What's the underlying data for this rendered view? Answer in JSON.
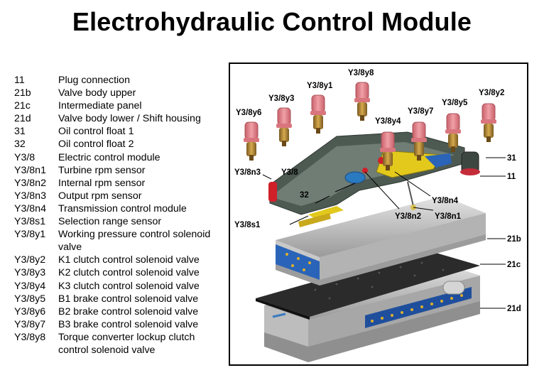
{
  "title": "Electrohydraulic Control Module",
  "legend": [
    {
      "code": "11",
      "desc": "Plug connection"
    },
    {
      "code": "21b",
      "desc": "Valve body upper"
    },
    {
      "code": "21c",
      "desc": "Intermediate panel"
    },
    {
      "code": "21d",
      "desc": "Valve body lower / Shift housing"
    },
    {
      "code": "31",
      "desc": "Oil control float 1"
    },
    {
      "code": "32",
      "desc": "Oil control float 2"
    },
    {
      "code": "Y3/8",
      "desc": "Electric control module"
    },
    {
      "code": "Y3/8n1",
      "desc": "Turbine rpm sensor"
    },
    {
      "code": "Y3/8n2",
      "desc": "Internal rpm sensor"
    },
    {
      "code": "Y3/8n3",
      "desc": "Output rpm sensor"
    },
    {
      "code": "Y3/8n4",
      "desc": "Transmission control module"
    },
    {
      "code": "Y3/8s1",
      "desc": "Selection range sensor"
    },
    {
      "code": "Y3/8y1",
      "desc": "Working pressure control solenoid valve"
    },
    {
      "code": "Y3/8y2",
      "desc": "K1 clutch control solenoid valve"
    },
    {
      "code": "Y3/8y3",
      "desc": "K2 clutch control solenoid valve"
    },
    {
      "code": "Y3/8y4",
      "desc": "K3 clutch control solenoid valve"
    },
    {
      "code": "Y3/8y5",
      "desc": "B1 brake control solenoid valve"
    },
    {
      "code": "Y3/8y6",
      "desc": "B2 brake control solenoid valve"
    },
    {
      "code": "Y3/8y7",
      "desc": "B3 brake control solenoid valve"
    },
    {
      "code": "Y3/8y8",
      "desc": "Torque converter lockup clutch control solenoid valve"
    }
  ],
  "callouts": {
    "y8": "Y3/8y8",
    "y1": "Y3/8y1",
    "y3": "Y3/8y3",
    "y6": "Y3/8y6",
    "y4": "Y3/8y4",
    "y7": "Y3/8y7",
    "y5": "Y3/8y5",
    "y2": "Y3/8y2",
    "c31": "31",
    "n3": "Y3/8n3",
    "y3_8": "Y3/8",
    "c11": "11",
    "c32": "32",
    "n4": "Y3/8n4",
    "n2": "Y3/8n2",
    "n1": "Y3/8n1",
    "s1": "Y3/8s1",
    "c21b": "21b",
    "c21c": "21c",
    "c21d": "21d"
  },
  "colors": {
    "solenoid_pink": "#e8878f",
    "solenoid_gold": "#b8893a",
    "frame_gray": "#4d5a52",
    "blue": "#2a64b8",
    "yellow": "#e2c91c",
    "red": "#d0202a",
    "valve_body": "#c9c9c9",
    "plate": "#2b2b2b"
  }
}
